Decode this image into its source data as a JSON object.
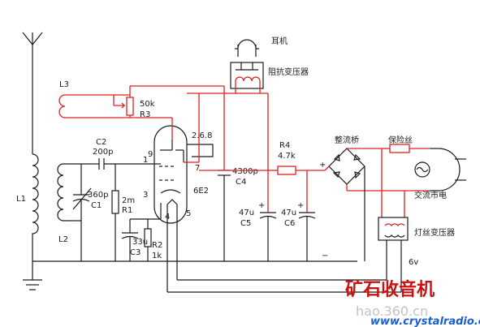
{
  "labels": {
    "l1": "L1",
    "l2": "L2",
    "l3": "L3",
    "r3_value": "50k",
    "r3": "R3",
    "c2": "C2",
    "c2_value": "200p",
    "c1_value": "360p",
    "c1": "C1",
    "r1_value": "2m",
    "r1": "R1",
    "c3_value": "33u",
    "c3": "C3",
    "r2": "R2",
    "r2_value": "1k",
    "pin9": "9",
    "pin1": "1",
    "pin3": "3",
    "pin4": "4",
    "pin5": "5",
    "pin7": "7",
    "pin268": "2.6.8",
    "tube": "6E2",
    "c4_value": "4300p",
    "c4": "C4",
    "r4": "R4",
    "r4_value": "4.7k",
    "c5_value": "47u",
    "c5": "C5",
    "c6_value": "47u",
    "c6": "C6",
    "plus": "+",
    "minus": "−",
    "earphone": "耳机",
    "impedance_transformer": "阻抗变压器",
    "rectifier_bridge": "整流桥",
    "fuse": "保险丝",
    "ac_mains": "交流市电",
    "filament_transformer": "灯丝变压器",
    "filament_voltage": "6v",
    "brand": "矿石收音机",
    "website": "www.crystalradio.cn",
    "watermark": "hao.360.cn"
  }
}
